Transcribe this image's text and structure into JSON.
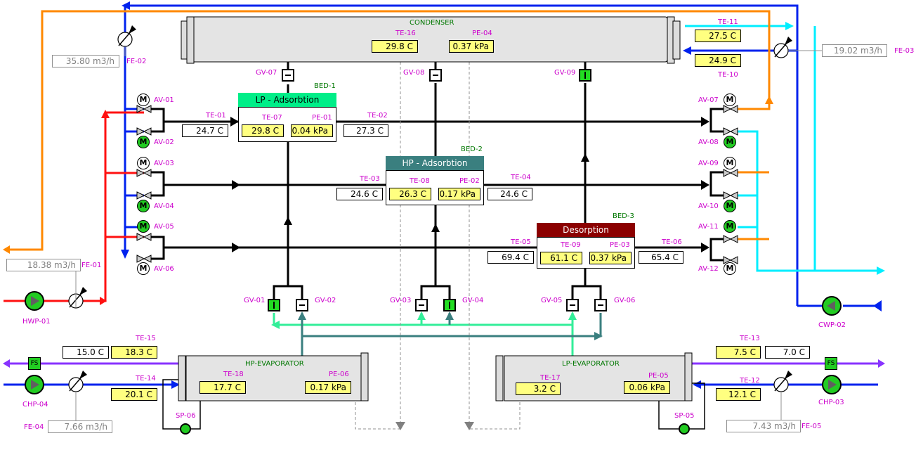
{
  "condenser": {
    "title": "CONDENSER",
    "te_tag": "TE-16",
    "te_value": "29.8  C",
    "pe_tag": "PE-04",
    "pe_value": "0.37  kPa"
  },
  "beds": [
    {
      "tag": "BED-1",
      "title": "LP - Adsorbtion",
      "te_tag": "TE-07",
      "te_value": "29.8  C",
      "pe_tag": "PE-01",
      "pe_value": "0.04  kPa",
      "color": "#00ee88"
    },
    {
      "tag": "BED-2",
      "title": "HP - Adsorbtion",
      "te_tag": "TE-08",
      "te_value": "26.3  C",
      "pe_tag": "PE-02",
      "pe_value": "0.17  kPa",
      "color": "#3a7f7f"
    },
    {
      "tag": "BED-3",
      "title": "Desorption",
      "te_tag": "TE-09",
      "te_value": "61.1  C",
      "pe_tag": "PE-03",
      "pe_value": "0.37  kPa",
      "color": "#8b0000"
    }
  ],
  "line_temps": [
    {
      "tag": "TE-01",
      "value": "24.7  C"
    },
    {
      "tag": "TE-02",
      "value": "27.3  C"
    },
    {
      "tag": "TE-03",
      "value": "24.6  C"
    },
    {
      "tag": "TE-04",
      "value": "24.6  C"
    },
    {
      "tag": "TE-05",
      "value": "69.4  C"
    },
    {
      "tag": "TE-06",
      "value": "65.4  C"
    }
  ],
  "cooling": {
    "te11_tag": "TE-11",
    "te11_value": "27.5  C",
    "te10_tag": "TE-10",
    "te10_value": "24.9  C",
    "fe03_tag": "FE-03",
    "fe03_value": "19.02  m3/h",
    "fe02_tag": "FE-02",
    "fe02_value": "35.80  m3/h",
    "pump_tag": "CWP-02"
  },
  "hotwater": {
    "fe01_tag": "FE-01",
    "fe01_value": "18.38  m3/h",
    "pump_tag": "HWP-01"
  },
  "hp_evaporator": {
    "title": "HP-EVAPORATOR",
    "te_tag": "TE-18",
    "te_value": "17.7  C",
    "pe_tag": "PE-06",
    "pe_value": "0.17  kPa",
    "te15_tag": "TE-15",
    "te15_value": "18.3  C",
    "extra_value": "15.0  C",
    "te14_tag": "TE-14",
    "te14_value": "20.1  C",
    "pump_tag": "CHP-04",
    "sp_tag": "SP-06",
    "fe_tag": "FE-04",
    "fe_value": "7.66  m3/h",
    "fs_label": "FS"
  },
  "lp_evaporator": {
    "title": "LP-EVAPORATOR",
    "te_tag": "TE-17",
    "te_value": "3.2  C",
    "pe_tag": "PE-05",
    "pe_value": "0.06  kPa",
    "te13_tag": "TE-13",
    "te13_value": "7.5  C",
    "extra_value": "7.0  C",
    "te12_tag": "TE-12",
    "te12_value": "12.1  C",
    "pump_tag": "CHP-03",
    "sp_tag": "SP-05",
    "fe_tag": "FE-05",
    "fe_value": "7.43  m3/h",
    "fs_label": "FS"
  },
  "left_valves": [
    {
      "tag": "AV-01",
      "state": "off"
    },
    {
      "tag": "AV-02",
      "state": "on"
    },
    {
      "tag": "AV-03",
      "state": "off"
    },
    {
      "tag": "AV-04",
      "state": "on"
    },
    {
      "tag": "AV-05",
      "state": "on"
    },
    {
      "tag": "AV-06",
      "state": "off"
    }
  ],
  "right_valves": [
    {
      "tag": "AV-07",
      "state": "off"
    },
    {
      "tag": "AV-08",
      "state": "on"
    },
    {
      "tag": "AV-09",
      "state": "off"
    },
    {
      "tag": "AV-10",
      "state": "on"
    },
    {
      "tag": "AV-11",
      "state": "on"
    },
    {
      "tag": "AV-12",
      "state": "off"
    }
  ],
  "motor_glyph": "M",
  "gate_valves": [
    {
      "tag": "GV-01",
      "state": "open"
    },
    {
      "tag": "GV-02",
      "state": "closed"
    },
    {
      "tag": "GV-03",
      "state": "closed"
    },
    {
      "tag": "GV-04",
      "state": "open"
    },
    {
      "tag": "GV-05",
      "state": "closed"
    },
    {
      "tag": "GV-06",
      "state": "closed"
    },
    {
      "tag": "GV-07",
      "state": "closed"
    },
    {
      "tag": "GV-08",
      "state": "closed"
    },
    {
      "tag": "GV-09",
      "state": "open"
    }
  ],
  "colors": {
    "hot": "#ff1111",
    "hot_return": "#ff8800",
    "cool_supply": "#0022ee",
    "cool_return": "#00eeff",
    "chilled": "#8833ff",
    "vapor": "#000000",
    "evap_lp": "#33ee99",
    "evap_hp": "#3a7f7f",
    "drain": "#808080"
  }
}
